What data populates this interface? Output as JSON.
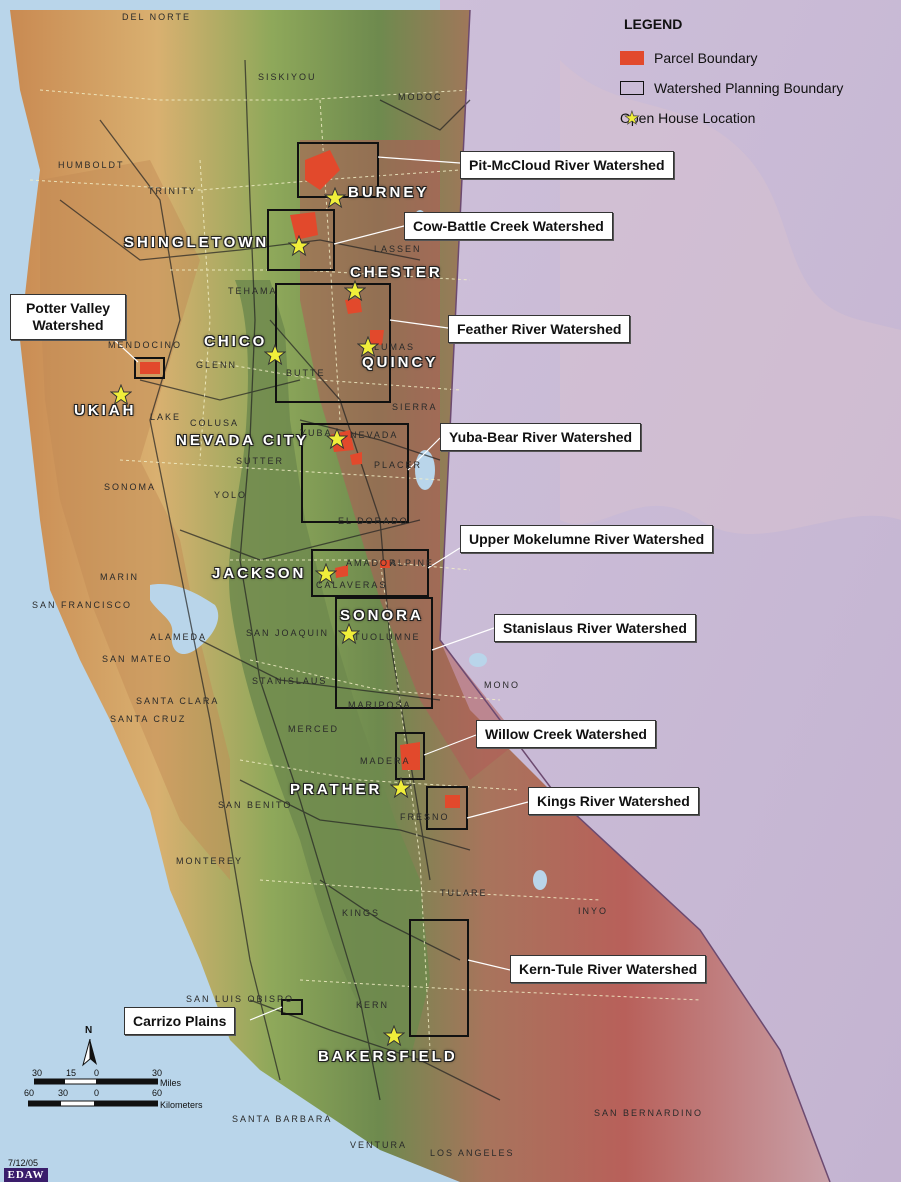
{
  "legend": {
    "title": "LEGEND",
    "parcel_label": "Parcel Boundary",
    "watershed_label": "Watershed Planning Boundary",
    "openhouse_label": "Open House Location"
  },
  "callouts": {
    "pit": "Pit-McCloud River Watershed",
    "cow": "Cow-Battle Creek Watershed",
    "potter": "Potter Valley Watershed",
    "feather": "Feather River Watershed",
    "yuba": "Yuba-Bear River Watershed",
    "mokelumne": "Upper Mokelumne River Watershed",
    "stanislaus": "Stanislaus River Watershed",
    "willow": "Willow Creek Watershed",
    "kings": "Kings River Watershed",
    "kern": "Kern-Tule River Watershed",
    "carrizo": "Carrizo Plains"
  },
  "towns": {
    "burney": "BURNEY",
    "shingletown": "SHINGLETOWN",
    "chester": "CHESTER",
    "chico": "CHICO",
    "quincy": "QUINCY",
    "ukiah": "UKIAH",
    "nevada_city": "NEVADA CITY",
    "jackson": "JACKSON",
    "sonora": "SONORA",
    "prather": "PRATHER",
    "bakersfield": "BAKERSFIELD"
  },
  "counties": {
    "del_norte": "DEL NORTE",
    "siskiyou": "SISKIYOU",
    "modoc": "MODOC",
    "humboldt": "HUMBOLDT",
    "trinity": "TRINITY",
    "lassen": "LASSEN",
    "tehama": "TEHAMA",
    "plumas": "PLUMAS",
    "sierra": "SIERRA",
    "placer": "PLACER",
    "sutter": "SUTTER",
    "colusa": "COLUSA",
    "lake": "LAKE",
    "sonoma": "SONOMA",
    "el_dorado": "EL DORADO",
    "amador": "AMADOR",
    "alpine": "ALPINE",
    "san_francisco": "SAN FRANCISCO",
    "san_mateo": "SAN MATEO",
    "santa_clara": "SANTA CLARA",
    "santa_cruz": "SANTA CRUZ",
    "tuolumne": "TUOLUMNE",
    "mono": "MONO",
    "mariposa": "MARIPOSA",
    "madera": "MADERA",
    "merced": "MERCED",
    "san_benito": "SAN BENITO",
    "fresno": "FRESNO",
    "monterey": "MONTEREY",
    "kings": "KINGS",
    "inyo": "INYO",
    "tulare": "TULARE",
    "san_luis_obispo": "SAN LUIS OBISPO",
    "santa_barbara": "SANTA BARBARA",
    "ventura": "VENTURA",
    "los_angeles": "LOS ANGELES",
    "san_bernardino": "SAN BERNARDINO",
    "alameda": "ALAMEDA",
    "san_joaquin": "SAN JOAQUIN",
    "stanislaus": "STANISLAUS",
    "mendocino": "MENDOCINO",
    "yolo": "YOLO",
    "glenn": "GLENN",
    "butte": "BUTTE",
    "yuba": "YUBA",
    "nevada": "NEVADA",
    "calaveras": "CALAVERAS",
    "marin": "MARIN",
    "kern": "KERN"
  },
  "scale": {
    "miles_ticks": [
      "30",
      "15",
      "0",
      "30"
    ],
    "miles_unit": "Miles",
    "km_ticks": [
      "60",
      "30",
      "0",
      "60"
    ],
    "km_unit": "Kilometers"
  },
  "north_label": "N",
  "date": "7/12/05",
  "logo_text": "EDAW",
  "colors": {
    "ocean": "#b9d5ea",
    "inland": "#c9b8d6",
    "parcel": "#e2492c",
    "star": "#f0ee3a",
    "valley": "#6e8a4e",
    "mountain": "#b8605a"
  }
}
